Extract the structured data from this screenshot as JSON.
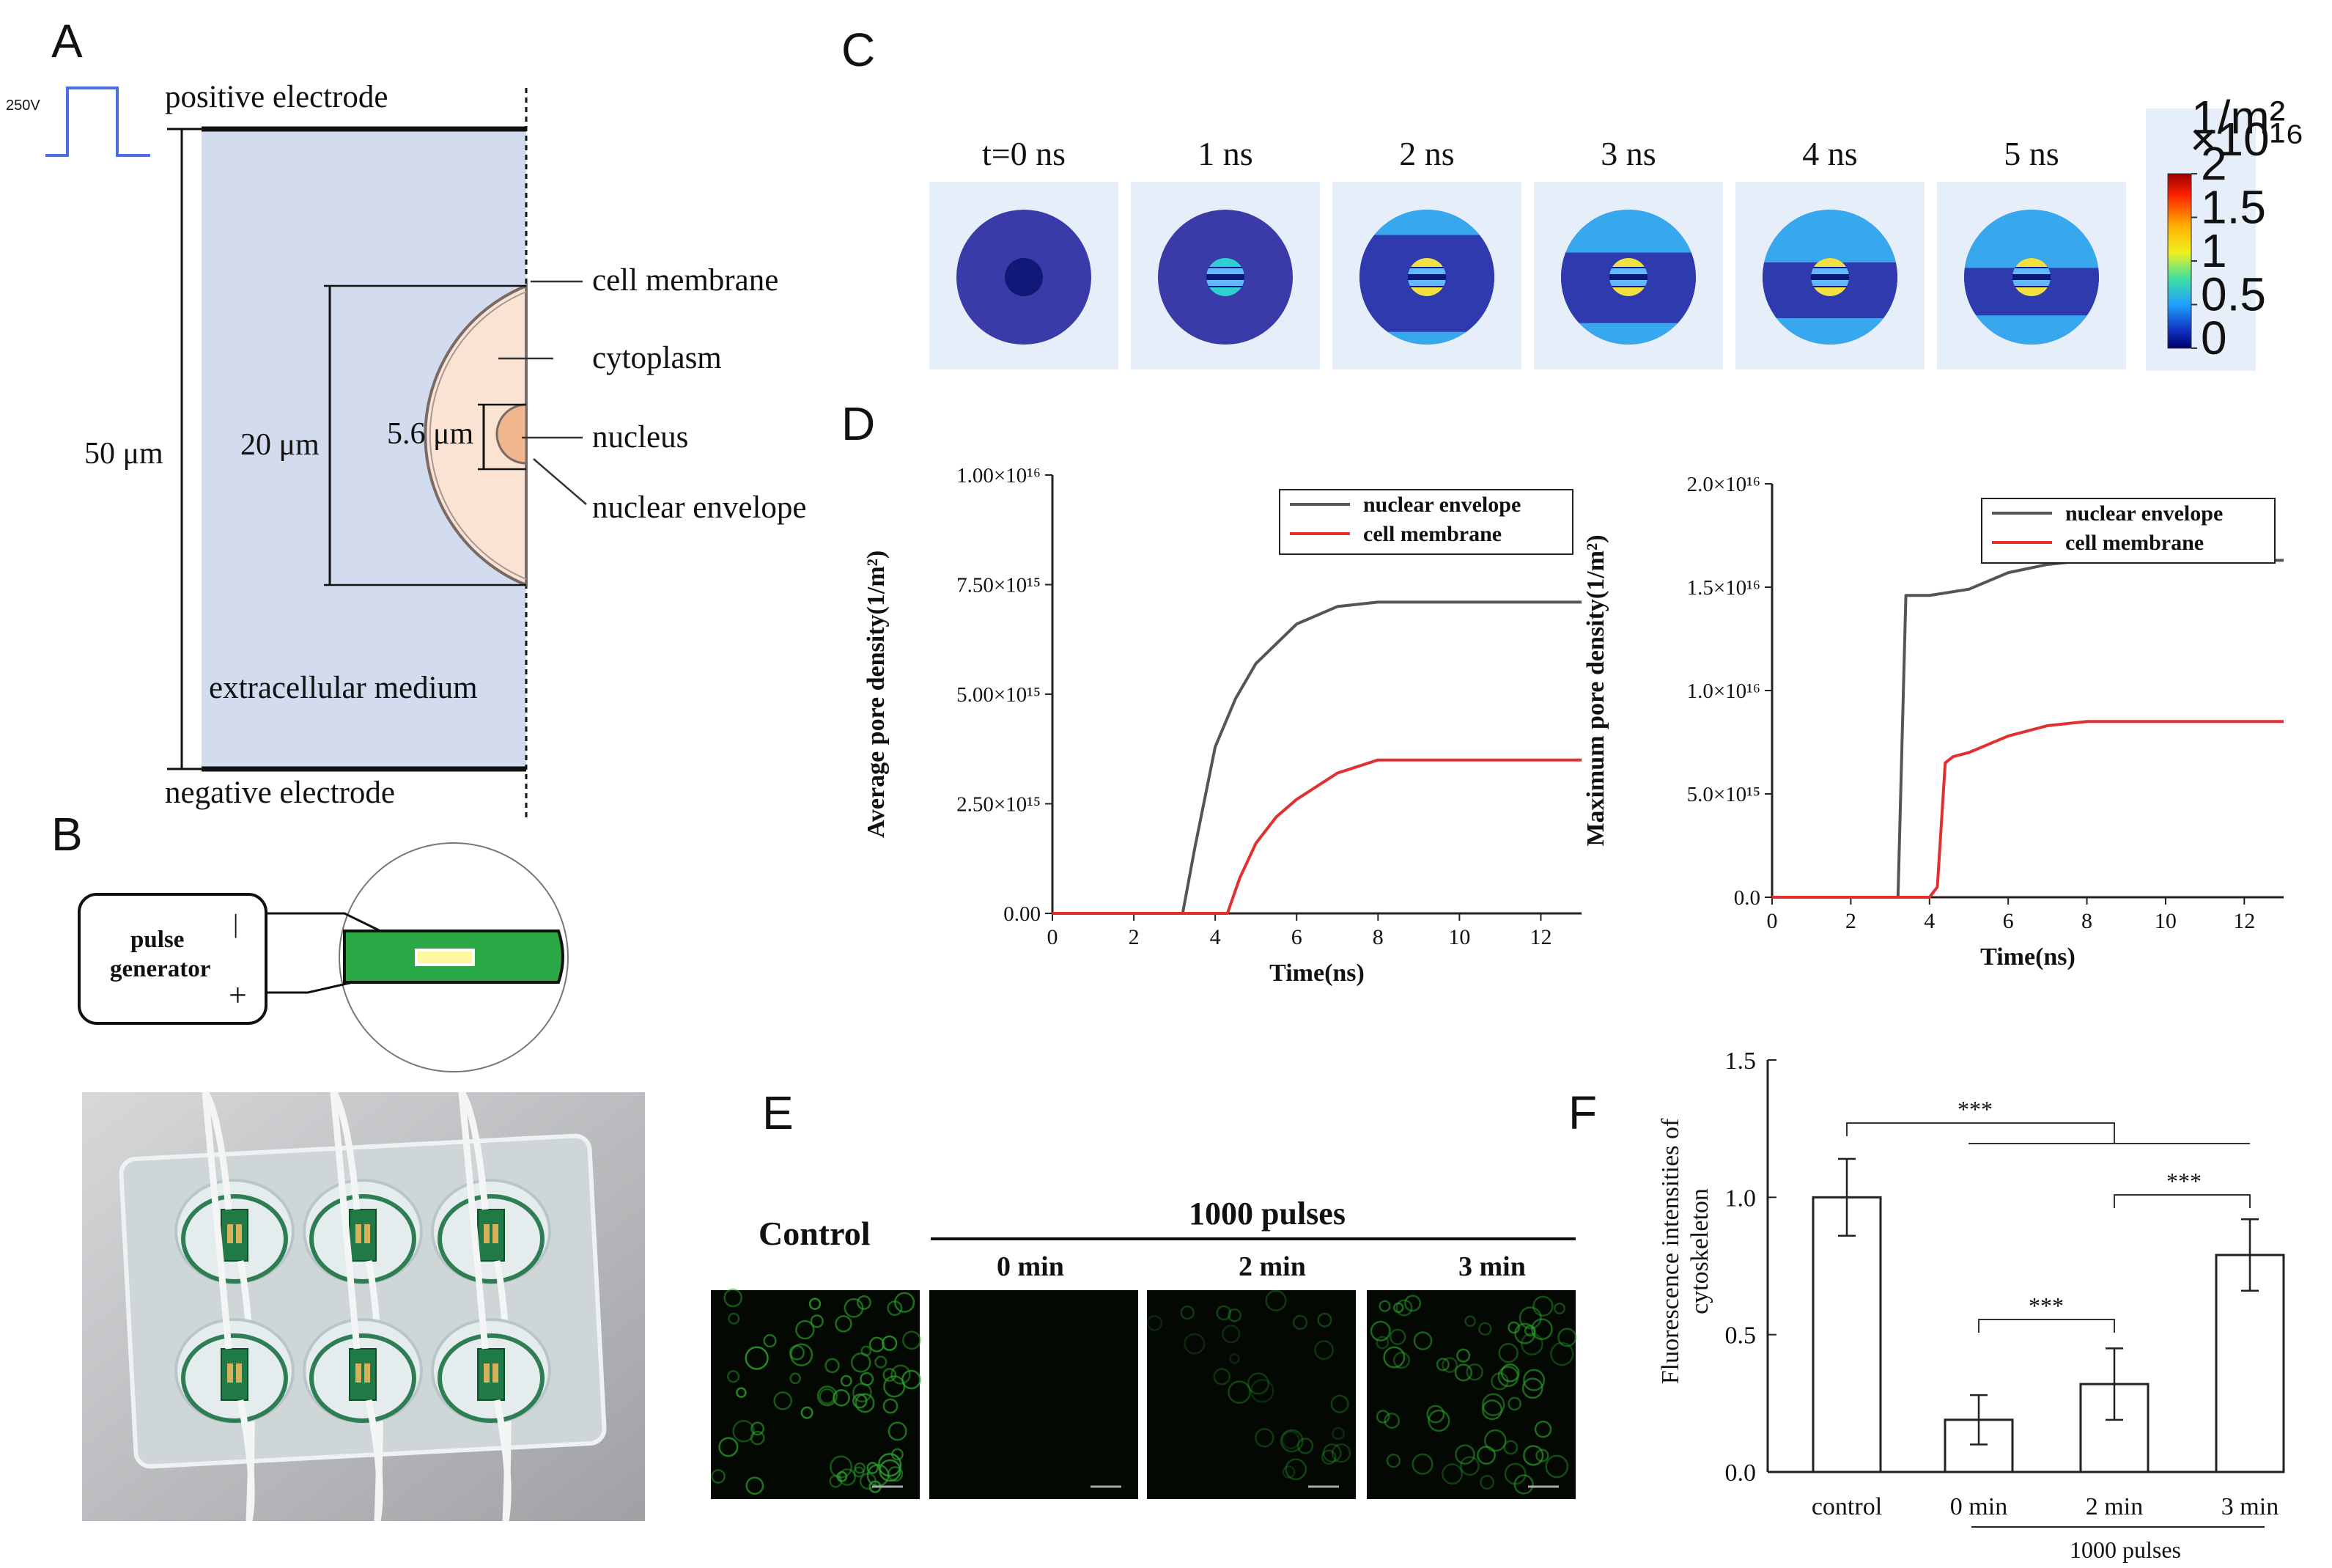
{
  "panels": {
    "A": "A",
    "B": "B",
    "C": "C",
    "D": "D",
    "E": "E",
    "F": "F"
  },
  "panel_a": {
    "pulse_voltage": "250V",
    "positive_electrode": "positive electrode",
    "negative_electrode": "negative electrode",
    "extracellular_medium": "extracellular medium",
    "height_label": "50 μm",
    "cell_diameter_label": "20 μm",
    "nucleus_diameter_label": "5.6 μm",
    "callouts": [
      "cell membrane",
      "cytoplasm",
      "nucleus",
      "nuclear envelope"
    ],
    "colors": {
      "medium": "#d3dcee",
      "cytoplasm": "#fbe3d3",
      "nucleus": "#f2b68c",
      "pulse": "#4a6fe0"
    }
  },
  "panel_b": {
    "generator_label_1": "pulse",
    "generator_label_2": "generator",
    "minus": "|",
    "plus": "+",
    "electrode_color": "#2aa845"
  },
  "panel_c": {
    "times": [
      "t=0 ns",
      "1 ns",
      "2 ns",
      "3 ns",
      "4 ns",
      "5 ns"
    ],
    "colorbar": {
      "unit": "1/m²",
      "scale": "×10¹⁶",
      "ticks": [
        "2",
        "1.5",
        "1",
        "0.5",
        "0"
      ]
    }
  },
  "panel_e": {
    "control_label": "Control",
    "group_label": "1000 pulses",
    "times": [
      "0 min",
      "2 min",
      "3 min"
    ]
  },
  "chart_data": [
    {
      "type": "line",
      "xlabel": "Time(ns)",
      "ylabel": "Average pore density(1/m²)",
      "xlim": [
        0,
        13
      ],
      "ylim": [
        0,
        1e+16
      ],
      "xticks": [
        "0",
        "2",
        "4",
        "6",
        "8",
        "10",
        "12"
      ],
      "yticks": [
        "0.00",
        "2.50×10¹⁵",
        "5.00×10¹⁵",
        "7.50×10¹⁵",
        "1.00×10¹⁶"
      ],
      "legend_position": "top-right",
      "series": [
        {
          "name": "nuclear envelope",
          "color": "#555555",
          "x": [
            0,
            3.2,
            3.5,
            4.0,
            4.5,
            5.0,
            6.0,
            7.0,
            8.0,
            13.0
          ],
          "y": [
            0,
            0,
            1500000000000000.0,
            3800000000000000.0,
            4900000000000000.0,
            5700000000000000.0,
            6600000000000000.0,
            7000000000000000.0,
            7100000000000000.0,
            7100000000000000.0
          ]
        },
        {
          "name": "cell membrane",
          "color": "#e03030",
          "x": [
            0,
            4.3,
            4.6,
            5.0,
            5.5,
            6.0,
            7.0,
            8.0,
            13.0
          ],
          "y": [
            0,
            0,
            800000000000000.0,
            1600000000000000.0,
            2200000000000000.0,
            2600000000000000.0,
            3200000000000000.0,
            3500000000000000.0,
            3500000000000000.0
          ]
        }
      ]
    },
    {
      "type": "line",
      "xlabel": "Time(ns)",
      "ylabel": "Maximum pore density(1/m²)",
      "xlim": [
        0,
        13
      ],
      "ylim": [
        0,
        2e+16
      ],
      "xticks": [
        "0",
        "2",
        "4",
        "6",
        "8",
        "10",
        "12"
      ],
      "yticks": [
        "0.0",
        "5.0×10¹⁵",
        "1.0×10¹⁶",
        "1.5×10¹⁶",
        "2.0×10¹⁶"
      ],
      "legend_position": "top-right",
      "series": [
        {
          "name": "nuclear envelope",
          "color": "#555555",
          "x": [
            0,
            3.2,
            3.4,
            4.0,
            5.0,
            6.0,
            7.0,
            8.0,
            13.0
          ],
          "y": [
            0,
            0,
            1.46e+16,
            1.46e+16,
            1.49e+16,
            1.57e+16,
            1.61e+16,
            1.63e+16,
            1.63e+16
          ]
        },
        {
          "name": "cell membrane",
          "color": "#e03030",
          "x": [
            0,
            4.0,
            4.2,
            4.4,
            4.6,
            5.0,
            6.0,
            7.0,
            8.0,
            13.0
          ],
          "y": [
            0,
            0,
            500000000000000.0,
            6500000000000000.0,
            6800000000000000.0,
            7000000000000000.0,
            7800000000000000.0,
            8300000000000000.0,
            8500000000000000.0,
            8500000000000000.0
          ]
        }
      ]
    },
    {
      "type": "bar",
      "ylabel": "Fluorescence intensities of cytoskeleton",
      "categories": [
        "control",
        "0 min",
        "2 min",
        "3 min"
      ],
      "values": [
        1.0,
        0.19,
        0.32,
        0.79
      ],
      "errors": [
        0.14,
        0.09,
        0.13,
        0.13
      ],
      "ylim": [
        0,
        1.5
      ],
      "yticks": [
        "0.0",
        "0.5",
        "1.0",
        "1.5"
      ],
      "group_label": "1000 pulses",
      "significance": [
        "***",
        "***",
        "***"
      ]
    }
  ]
}
